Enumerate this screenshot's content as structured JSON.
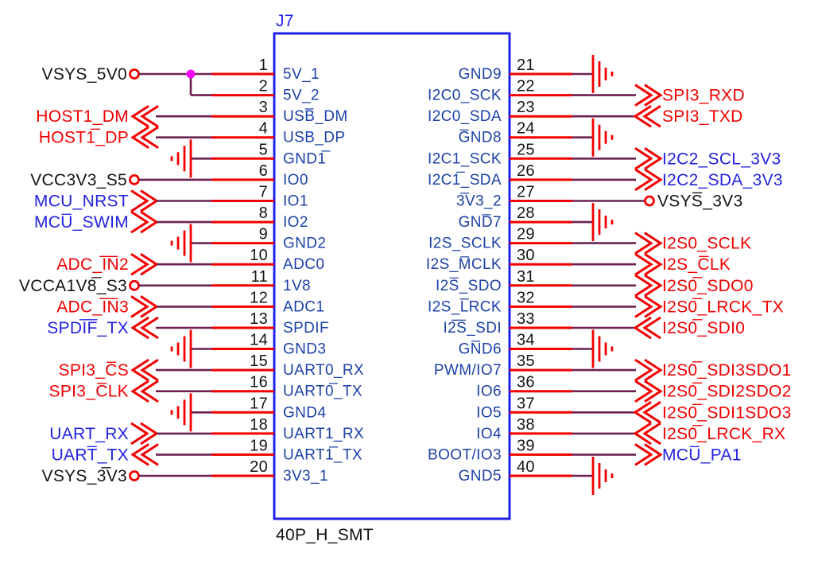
{
  "schematic": {
    "title": "J7",
    "footprint": "40P_H_SMT",
    "colors": {
      "symbol_outline": "#2020e8",
      "pin_name": "#1c41a8",
      "pin_number": "#151515",
      "pin_stub": "#f20000",
      "wire": "#6b2150",
      "junction": "#ff00ff",
      "net_red": "#f20000",
      "net_blue": "#2323e0",
      "net_black": "#141414"
    },
    "pins": [
      {
        "num": 1,
        "name": "5V_1",
        "port": {
          "label": "VSYS_5V0",
          "style": "circle",
          "color": "black",
          "branch_to_pin": 2
        }
      },
      {
        "num": 2,
        "name": "5V_2"
      },
      {
        "num": 3,
        "name": "USB̅_DM",
        "port": {
          "label": "HOST1_DM",
          "style": "chevron-left",
          "color": "red"
        }
      },
      {
        "num": 4,
        "name": "USB_DP",
        "port": {
          "label": "HOST1̅_DP",
          "style": "chevron-left",
          "color": "red"
        }
      },
      {
        "num": 5,
        "name": "GND1̅",
        "ground": true
      },
      {
        "num": 6,
        "name": "IO0",
        "port": {
          "label": "VCC3V3_S5",
          "style": "circle",
          "color": "black"
        }
      },
      {
        "num": 7,
        "name": "IO1",
        "port": {
          "label": "MCU_NRST",
          "style": "chevron-right",
          "color": "blue"
        }
      },
      {
        "num": 8,
        "name": "IO2",
        "port": {
          "label": "MCU̅_SWIM",
          "style": "chevron-right",
          "color": "blue"
        }
      },
      {
        "num": 9,
        "name": "GND2",
        "ground": true
      },
      {
        "num": 10,
        "name": "ADC0",
        "port": {
          "label": "ADC_I̅N̅2",
          "style": "chevron-right",
          "color": "red"
        }
      },
      {
        "num": 11,
        "name": "1V8",
        "port": {
          "label": "VCCA1V8̅_S3",
          "style": "circle",
          "color": "black"
        }
      },
      {
        "num": 12,
        "name": "ADC1",
        "port": {
          "label": "ADC_I̅N̅3",
          "style": "chevron-right",
          "color": "red"
        }
      },
      {
        "num": 13,
        "name": "SPDIF",
        "port": {
          "label": "SPDI̅F̅_TX",
          "style": "chevron-left",
          "color": "blue"
        }
      },
      {
        "num": 14,
        "name": "GND3",
        "ground": true
      },
      {
        "num": 15,
        "name": "UART0_RX",
        "port": {
          "label": "SPI3_C̅S",
          "style": "chevron-left",
          "color": "red"
        }
      },
      {
        "num": 16,
        "name": "UART0̅_TX",
        "port": {
          "label": "SPI3_C̅LK",
          "style": "chevron-left",
          "color": "red"
        }
      },
      {
        "num": 17,
        "name": "GND4",
        "ground": true
      },
      {
        "num": 18,
        "name": "UART1_RX",
        "port": {
          "label": "UART_RX",
          "style": "chevron-right",
          "color": "blue"
        }
      },
      {
        "num": 19,
        "name": "UART1̅_TX",
        "port": {
          "label": "UART̅_TX",
          "style": "chevron-left",
          "color": "blue"
        }
      },
      {
        "num": 20,
        "name": "3V3_1",
        "port": {
          "label": "VSYS_3̅V3",
          "style": "circle",
          "color": "black"
        }
      },
      {
        "num": 21,
        "name": "GND9",
        "ground": true
      },
      {
        "num": 22,
        "name": "I2C0_SCK",
        "port": {
          "label": "SPI3_RXD",
          "style": "chevron-right",
          "color": "red"
        }
      },
      {
        "num": 23,
        "name": "I2C0_SDA",
        "port": {
          "label": "SPI3_TXD",
          "style": "chevron-left",
          "color": "red"
        }
      },
      {
        "num": 24,
        "name": "G̅ND8",
        "ground": true
      },
      {
        "num": 25,
        "name": "I2C1_SCK",
        "port": {
          "label": "I2C2_SCL_3V3",
          "style": "chevron-right",
          "color": "blue"
        }
      },
      {
        "num": 26,
        "name": "I2C1̅_SDA",
        "port": {
          "label": "I2C2_SDA_3V3",
          "style": "chevron-right",
          "color": "blue"
        }
      },
      {
        "num": 27,
        "name": "3̅V3_2",
        "port": {
          "label": "VSYS̅_3V3",
          "style": "circle",
          "color": "black"
        }
      },
      {
        "num": 28,
        "name": "GND̅7",
        "ground": true
      },
      {
        "num": 29,
        "name": "I2S_SCLK",
        "port": {
          "label": "I2S0_SCLK",
          "style": "chevron-right",
          "color": "red"
        }
      },
      {
        "num": 30,
        "name": "I2S_M̅CLK",
        "port": {
          "label": "I2S_C̅LK",
          "style": "chevron-right",
          "color": "red"
        }
      },
      {
        "num": 31,
        "name": "I2S̅_SDO",
        "port": {
          "label": "I2S0̅_SDO0",
          "style": "chevron-right",
          "color": "red"
        }
      },
      {
        "num": 32,
        "name": "I2S_L̅RCK",
        "port": {
          "label": "I2S0̅_LRCK_TX",
          "style": "chevron-right",
          "color": "red"
        }
      },
      {
        "num": 33,
        "name": "I2̅S̅_SDI",
        "port": {
          "label": "I2S0̅_SDI0",
          "style": "chevron-left",
          "color": "red"
        }
      },
      {
        "num": 34,
        "name": "GN̅D6",
        "ground": true
      },
      {
        "num": 35,
        "name": "PWM/IO7",
        "port": {
          "label": "I2S0̅_SDI3SDO1",
          "style": "chevron-right",
          "color": "red"
        }
      },
      {
        "num": 36,
        "name": "IO6",
        "port": {
          "label": "I2S0̅_SDI2SDO2",
          "style": "chevron-right",
          "color": "red"
        }
      },
      {
        "num": 37,
        "name": "IO5",
        "port": {
          "label": "I2S0̅_SDI1SDO3",
          "style": "chevron-left",
          "color": "red"
        }
      },
      {
        "num": 38,
        "name": "IO4",
        "port": {
          "label": "I2S0̅_LRCK_RX",
          "style": "chevron-left",
          "color": "red"
        }
      },
      {
        "num": 39,
        "name": "BOOT/IO3",
        "port": {
          "label": "MCU̅_PA1",
          "style": "chevron-right",
          "color": "blue"
        }
      },
      {
        "num": 40,
        "name": "GND5",
        "ground": true
      }
    ]
  }
}
